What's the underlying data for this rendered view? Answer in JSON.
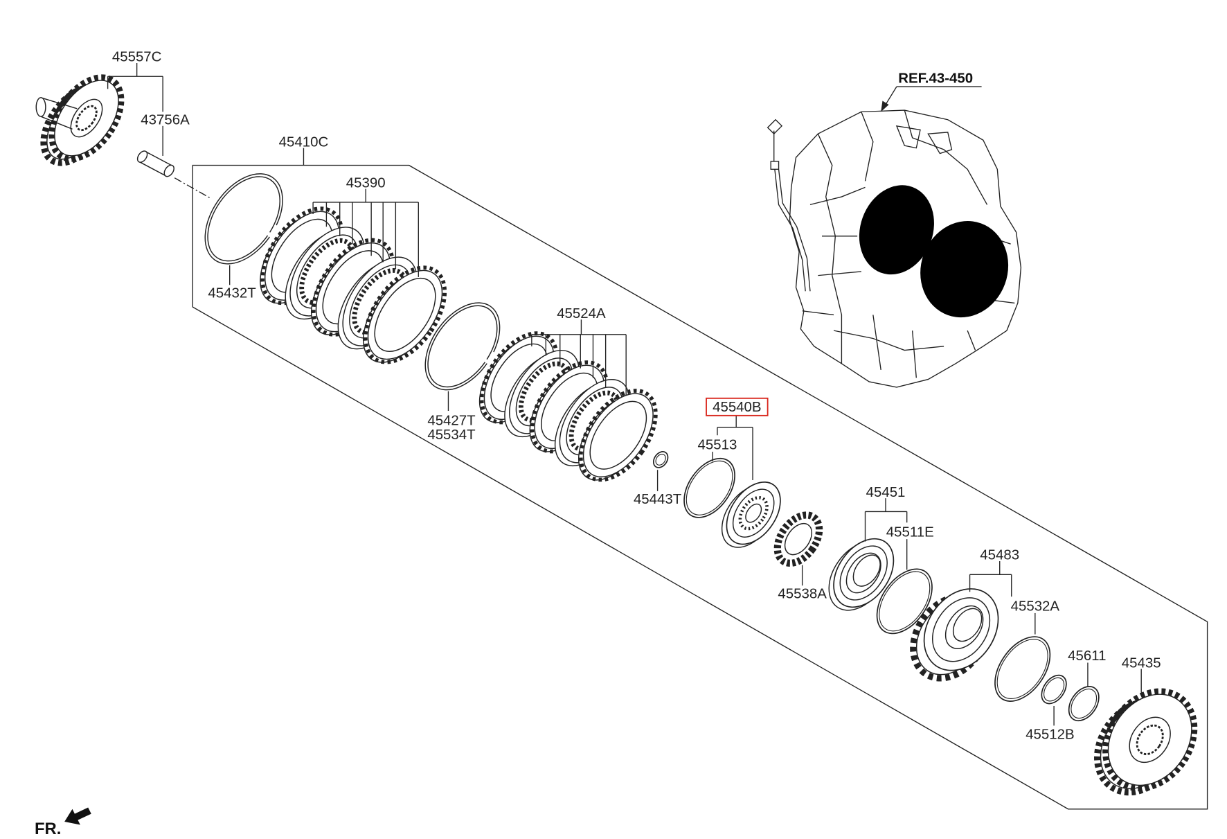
{
  "diagram": {
    "reference_label": "REF.43-450",
    "front_marker": "FR.",
    "highlight_color": "#d9261c",
    "line_color": "#222222",
    "parts": [
      {
        "number": "45557C"
      },
      {
        "number": "43756A"
      },
      {
        "number": "45410C"
      },
      {
        "number": "45390"
      },
      {
        "number": "45432T"
      },
      {
        "number": "45524A"
      },
      {
        "number": "45427T"
      },
      {
        "number": "45534T"
      },
      {
        "number": "45540B",
        "highlighted": true
      },
      {
        "number": "45513"
      },
      {
        "number": "45443T"
      },
      {
        "number": "45451"
      },
      {
        "number": "45511E"
      },
      {
        "number": "45538A"
      },
      {
        "number": "45483"
      },
      {
        "number": "45532A"
      },
      {
        "number": "45611"
      },
      {
        "number": "45435"
      },
      {
        "number": "45512B"
      }
    ]
  }
}
